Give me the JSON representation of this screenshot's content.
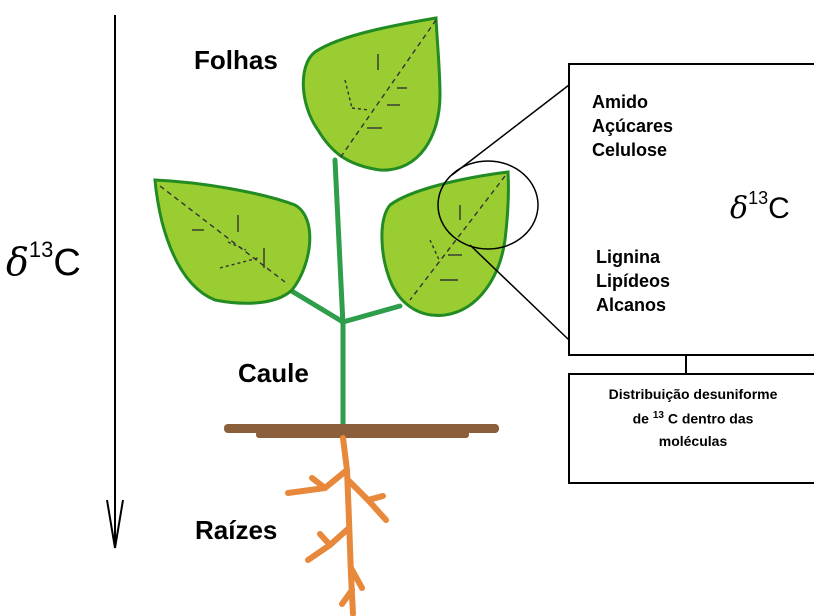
{
  "diagram": {
    "organs": {
      "leaves": "Folhas",
      "stem": "Caule",
      "roots": "Raízes"
    },
    "main_axis": {
      "delta": "δ",
      "isotope_mass": "13",
      "element": "C"
    },
    "molecule_box": {
      "top_group": [
        "Amido",
        "Açúcares",
        "Celulose"
      ],
      "bottom_group": [
        "Lignina",
        "Lipídeos",
        "Alcanos"
      ],
      "axis_delta": "δ",
      "axis_isotope_mass": "13",
      "axis_element": "C"
    },
    "note": {
      "line1": "Distribuição desuniforme",
      "line2_prefix": "de",
      "line2_mass": "13",
      "line2_suffix": "C dentro das",
      "line3": "moléculas"
    },
    "colors": {
      "leaf_fill": "#9ACD32",
      "leaf_stroke": "#228B22",
      "stem": "#2E9E4A",
      "soil": "#8B5E3C",
      "roots": "#E8883A"
    }
  }
}
